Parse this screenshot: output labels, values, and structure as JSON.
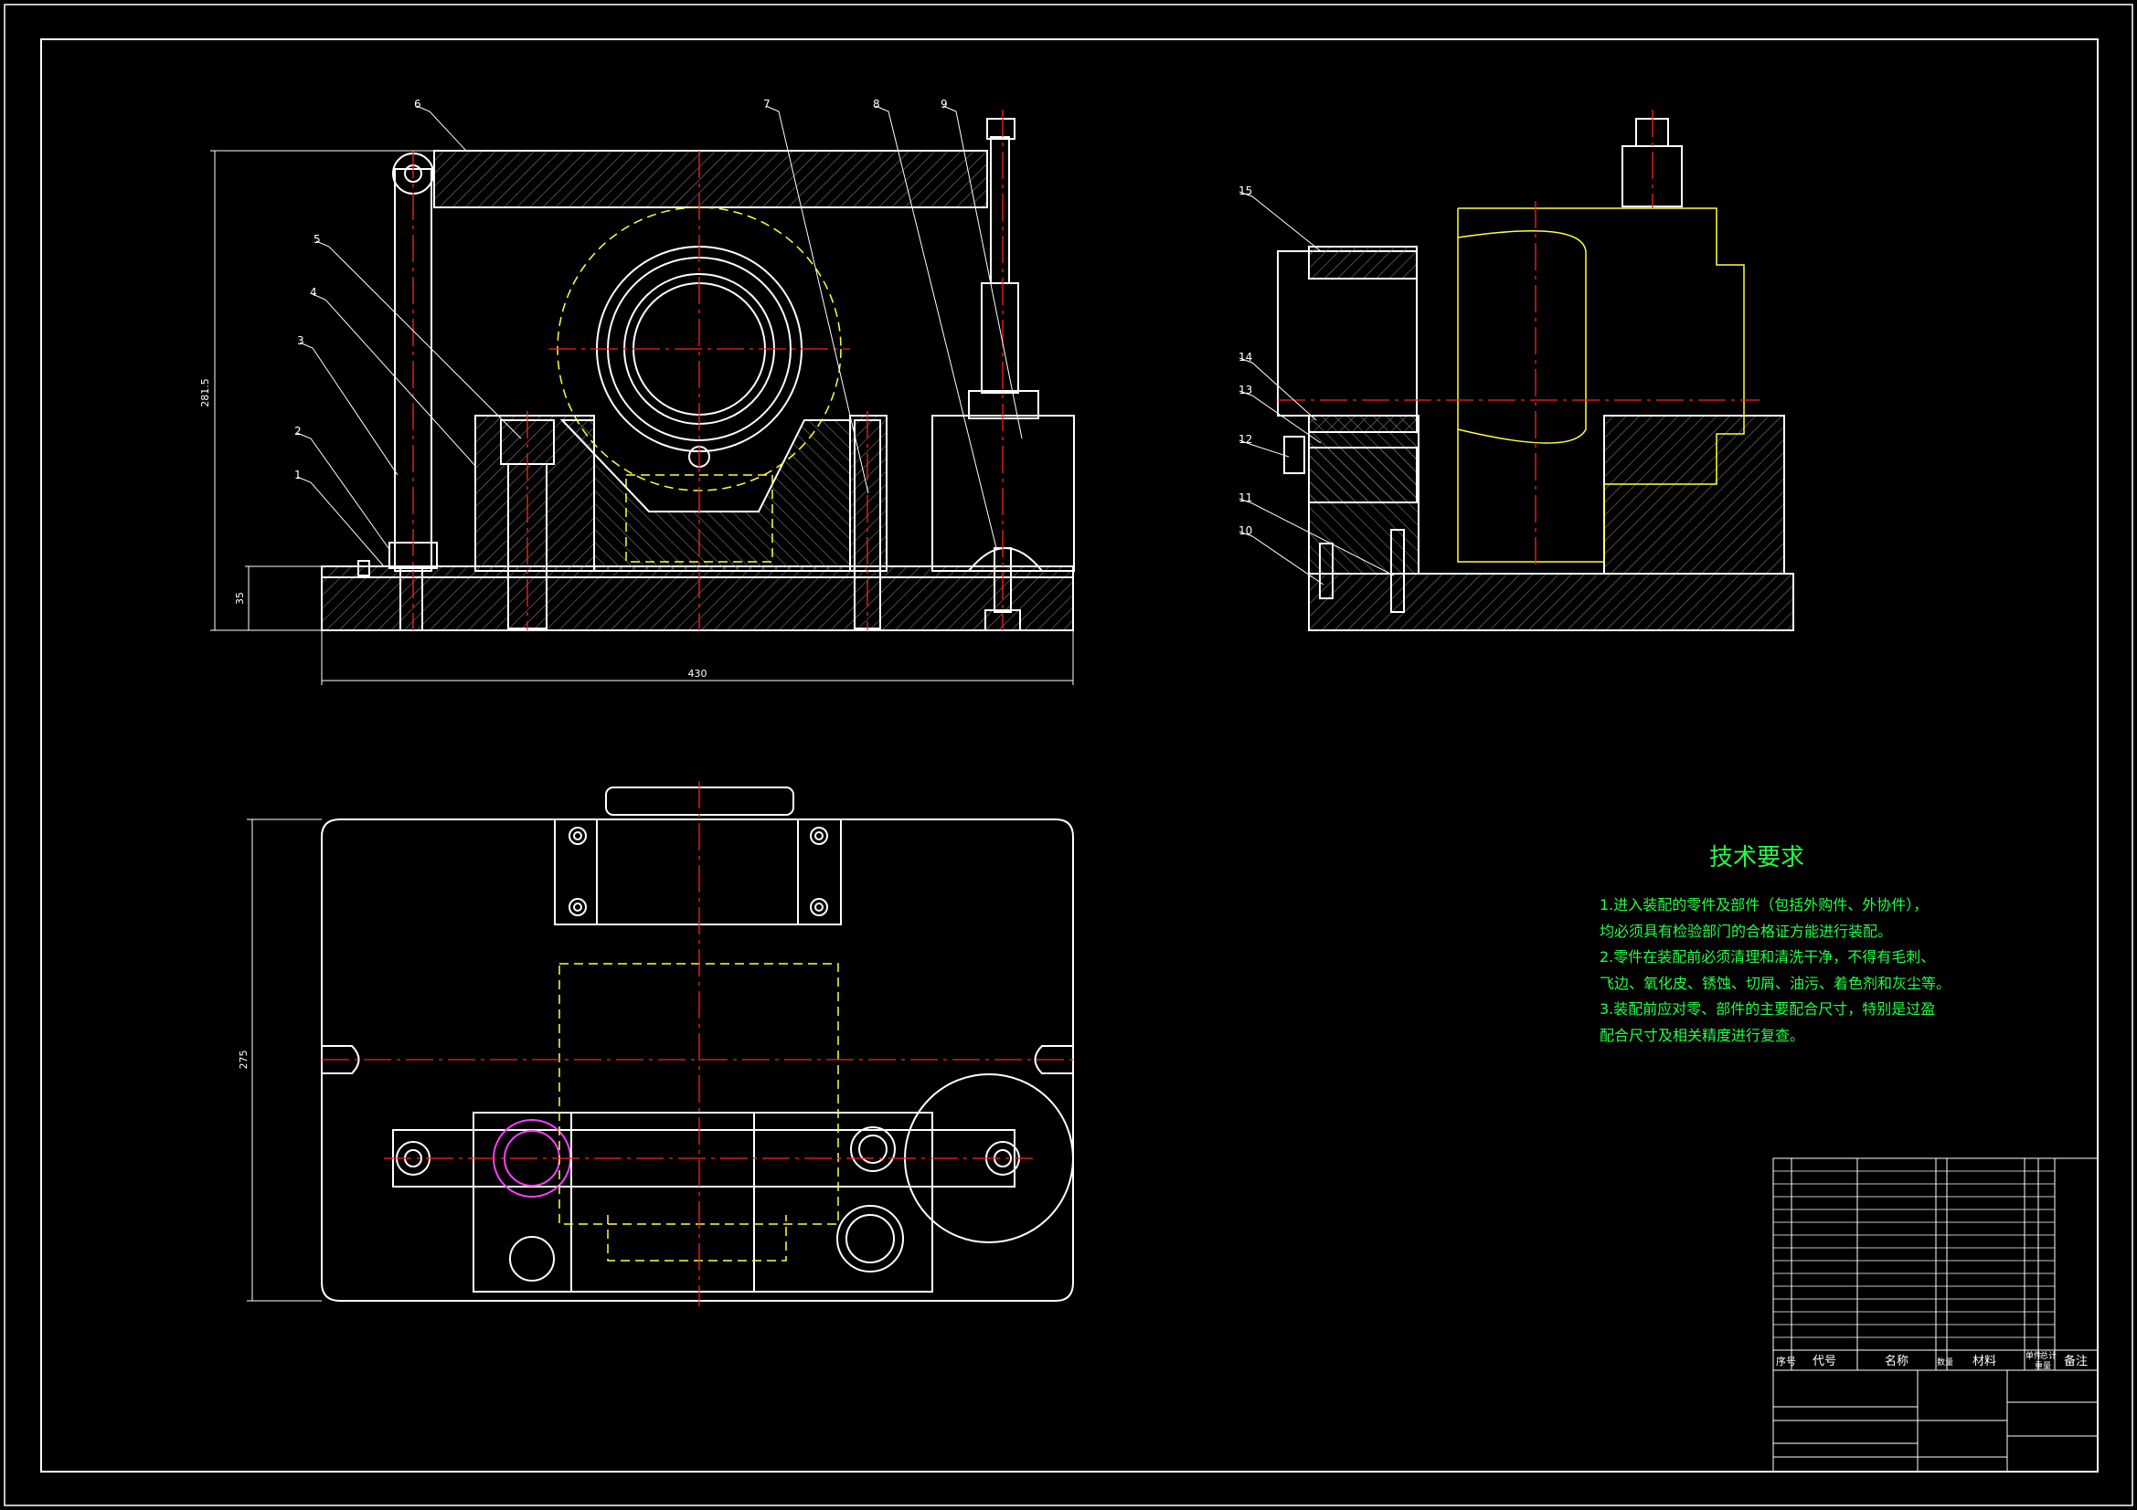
{
  "technical_requirements": {
    "title": "技术要求",
    "lines": [
      "1.进入装配的零件及部件（包括外购件、外协件），",
      "均必须具有检验部门的合格证方能进行装配。",
      "2.零件在装配前必须清理和清洗干净，不得有毛刺、",
      "飞边、氧化皮、锈蚀、切屑、油污、着色剂和灰尘等。",
      "3.装配前应对零、部件的主要配合尺寸，特别是过盈",
      "配合尺寸及相关精度进行复查。"
    ]
  },
  "part_callouts": [
    "1",
    "2",
    "3",
    "4",
    "5",
    "6",
    "7",
    "8",
    "9",
    "10",
    "11",
    "12",
    "13",
    "14",
    "15"
  ],
  "dimensions": {
    "overall_width": "430",
    "overall_height": "281.5",
    "base_height": "35",
    "plan_depth": "275"
  },
  "bom_headers": {
    "seq": "序号",
    "code": "代号",
    "name": "名称",
    "qty": "数量",
    "material": "材料",
    "unit_weight": "单件",
    "total_weight": "总计",
    "weight": "重量",
    "remark": "备注"
  },
  "colors": {
    "line": "#ffffff",
    "center": "#ff2020",
    "hidden": "#ffff40",
    "text_green": "#22ff44",
    "magenta": "#ff40ff",
    "hatch": "#7a7a7a"
  }
}
